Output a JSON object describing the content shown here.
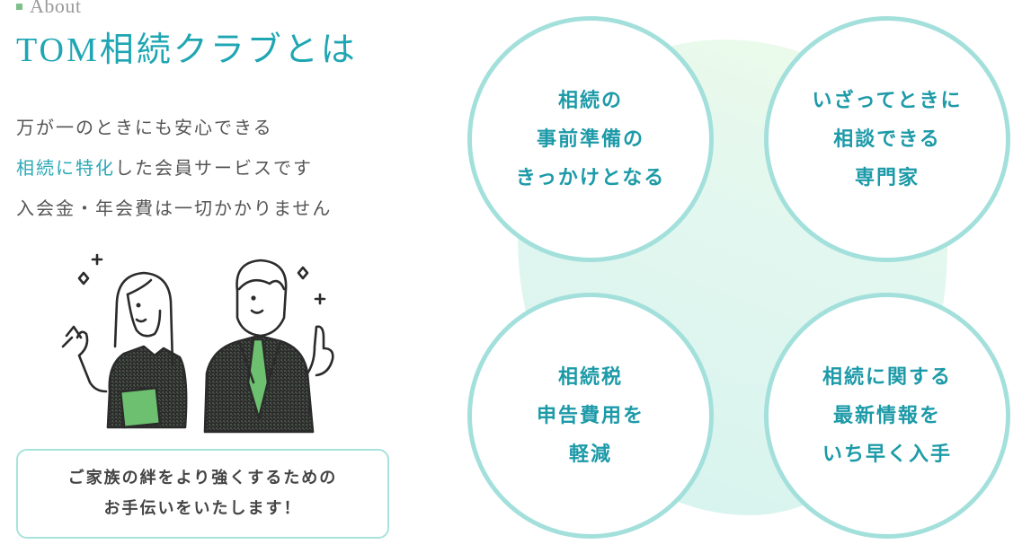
{
  "section": {
    "eyebrow": "About",
    "title": "TOM相続クラブとは"
  },
  "lead": {
    "line1": "万が一のときにも安心できる",
    "line2_highlight": "相続に特化",
    "line2_rest": "した会員サービスです",
    "line3": "入会金・年会費は一切かかりません"
  },
  "illustration": {
    "description": "two-business-people-thumbs-up-illustration"
  },
  "callout": {
    "line1": "ご家族の絆をより強くするための",
    "line2": "お手伝いをいたします！"
  },
  "features": [
    {
      "lines": [
        "相続の",
        "事前準備の",
        "きっかけとなる"
      ]
    },
    {
      "lines": [
        "いざってときに",
        "相談できる",
        "専門家"
      ]
    },
    {
      "lines": [
        "相続税",
        "申告費用を",
        "軽減"
      ]
    },
    {
      "lines": [
        "相続に関する",
        "最新情報を",
        "いち早く入手"
      ]
    }
  ],
  "colors": {
    "title": "#1fa6b3",
    "highlight": "#2aa8b5",
    "circle_border": "#a3e0dc",
    "circle_text": "#1d9aa8",
    "accent_green": "#6cc070",
    "eyebrow_square": "#7cc08a"
  }
}
